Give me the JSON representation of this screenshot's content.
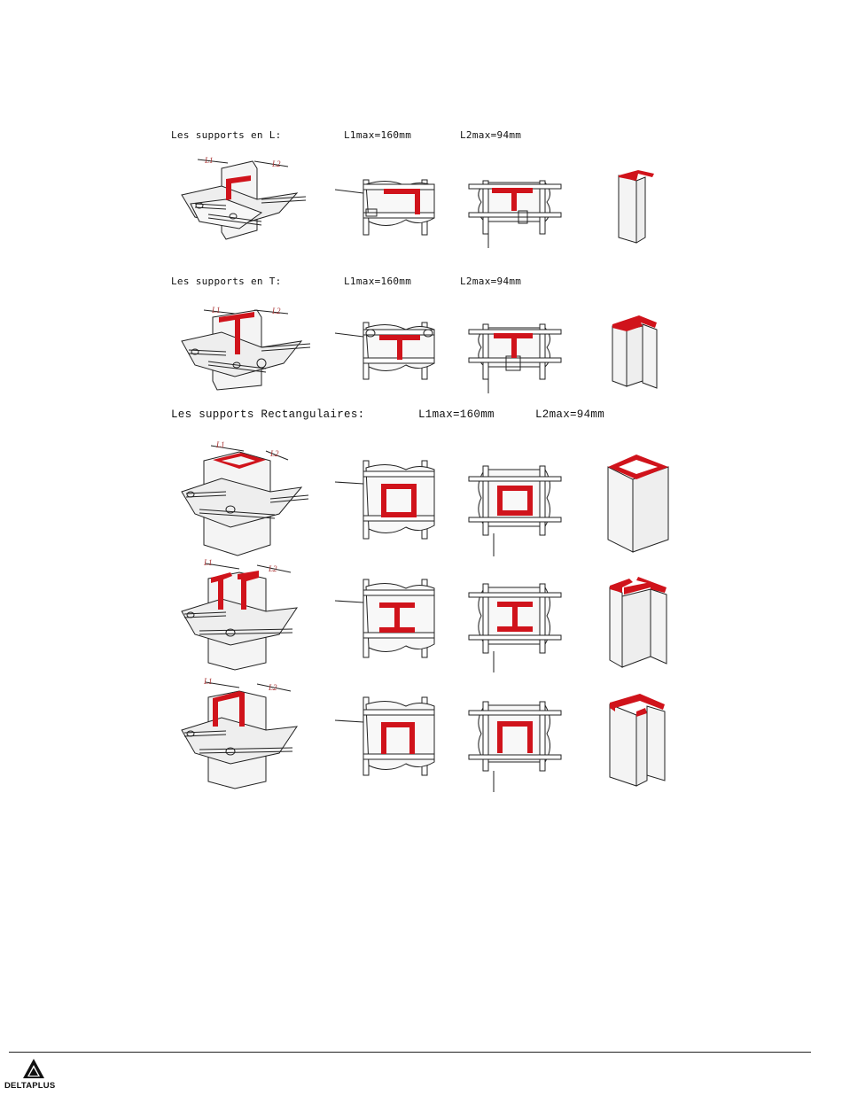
{
  "sections": [
    {
      "title": "Les supports en L:",
      "l1": "L1max=160mm",
      "l2": "L2max=94mm"
    },
    {
      "title": "Les supports en T:",
      "l1": "L1max=160mm",
      "l2": "L2max=94mm"
    },
    {
      "title": "Les supports Rectangulaires:",
      "l1": "L1max=160mm",
      "l2": "L2max=94mm"
    }
  ],
  "dimension_labels": {
    "l1": "L1",
    "l2": "L2"
  },
  "footer": {
    "brand": "DELTAPLUS"
  },
  "colors": {
    "profile": "#d0131b",
    "line": "#222222"
  }
}
